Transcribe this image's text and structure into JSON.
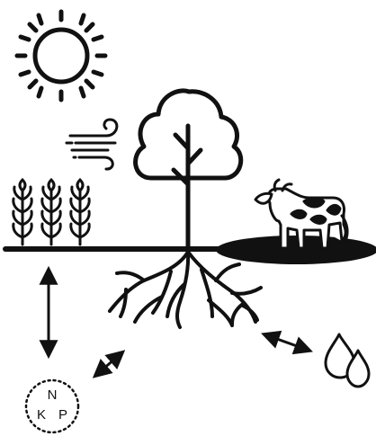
{
  "colors": {
    "ink": "#111111",
    "background": "#ffffff"
  },
  "icons": {
    "sun": "sun-icon",
    "wind": "wind-icon",
    "tree": "tree-icon",
    "wheat": "wheat-icon",
    "cow": "cow-icon",
    "roots": "roots-icon",
    "water": "water-drops-icon",
    "nutrients": "nutrients-icon"
  },
  "nutrients": {
    "n": "N",
    "k": "K",
    "p": "P"
  }
}
